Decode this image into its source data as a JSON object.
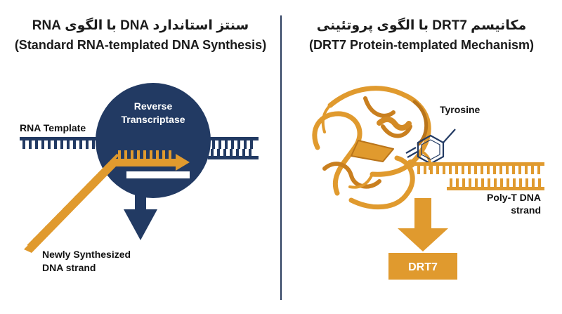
{
  "left_panel": {
    "title_fa": "سنتز استاندارد DNA با الگوی RNA",
    "title_en": "(Standard RNA-templated DNA Synthesis)",
    "enzyme_label_line1": "Reverse",
    "enzyme_label_line2": "Transcriptase",
    "rna_template_label": "RNA Template",
    "new_strand_label_line1": "Newly Synthesized",
    "new_strand_label_line2": "DNA strand"
  },
  "right_panel": {
    "title_fa": "مکانیسم DRT7 با الگوی پروتئینی",
    "title_en": "(DRT7 Protein-templated Mechanism)",
    "tyrosine_label": "Tyrosine",
    "polyt_label_line1": "Poly-T DNA",
    "polyt_label_line2": "strand",
    "product_label": "DRT7"
  },
  "colors": {
    "navy": "#223a63",
    "orange": "#e09a2e",
    "orange_dark": "#b9741a",
    "divider": "#2b3d5f"
  }
}
